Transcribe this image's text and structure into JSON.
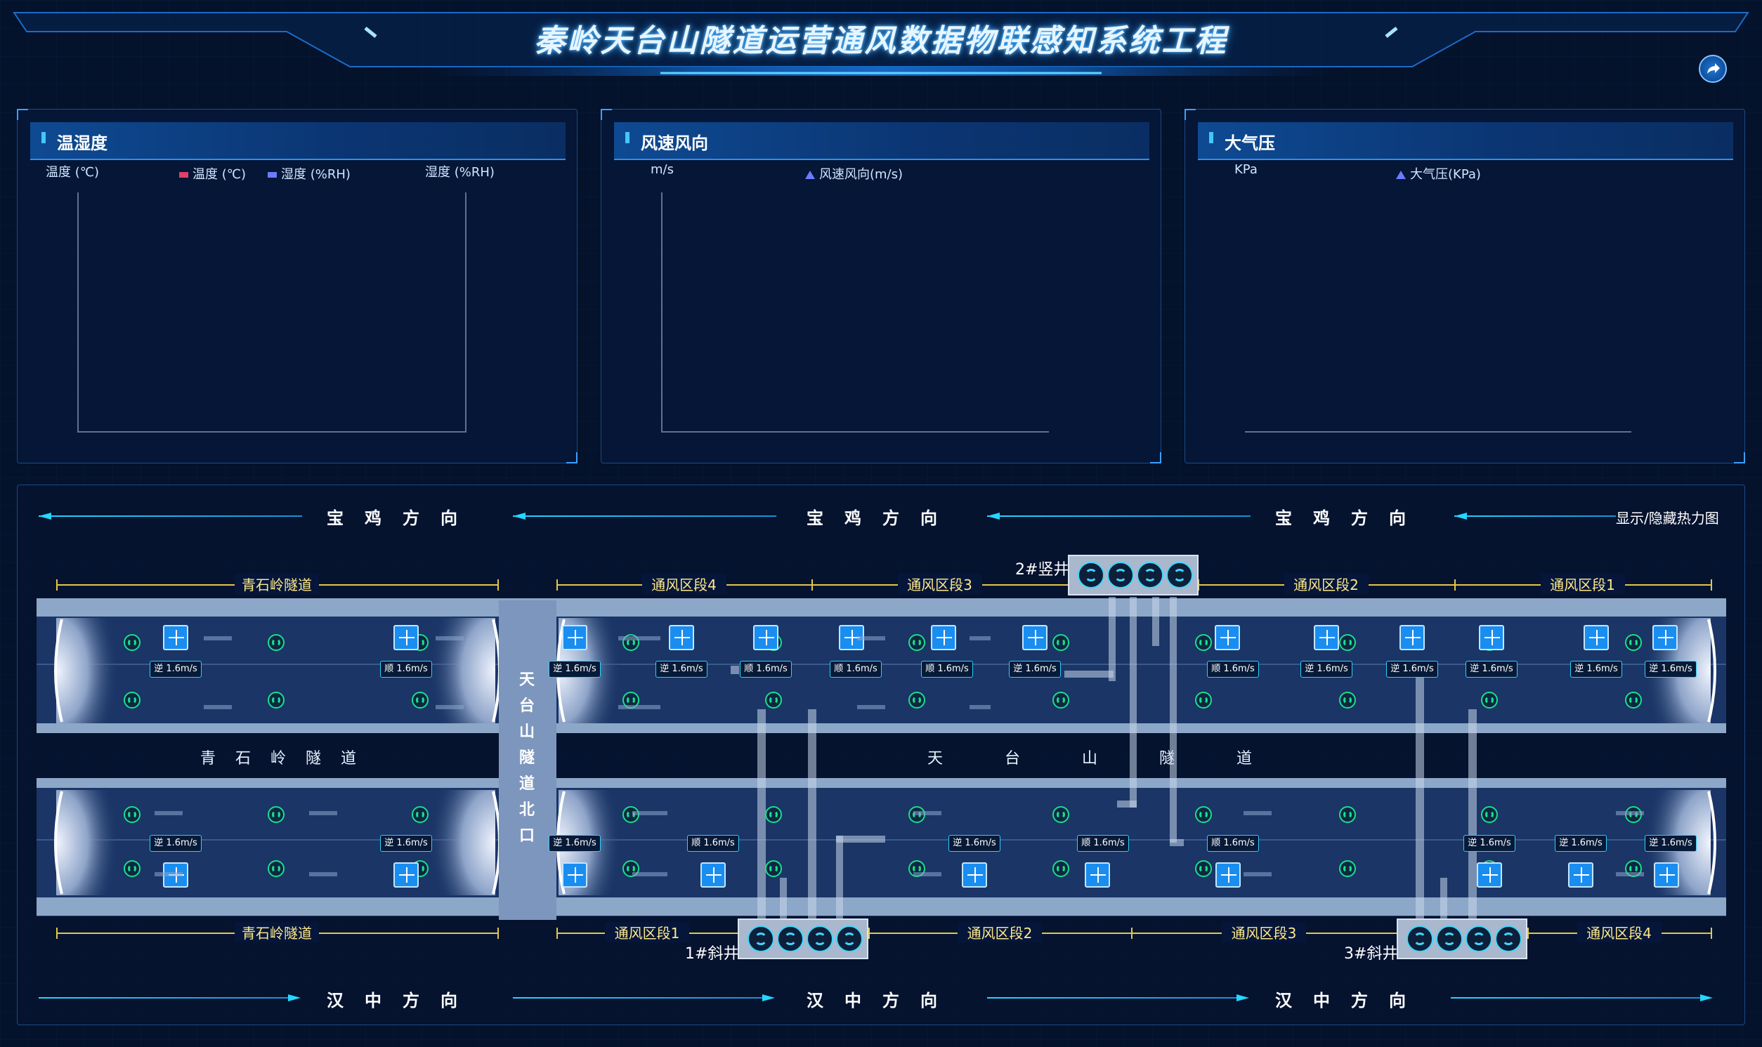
{
  "header": {
    "title": "秦岭天台山隧道运营通风数据物联感知系统工程"
  },
  "panels": [
    {
      "title": "温湿度",
      "left_axis": "温度 (℃)",
      "right_axis": "湿度 (%RH)",
      "legend": [
        {
          "label": "温度 (℃)",
          "color": "#e0406a"
        },
        {
          "label": "湿度 (%RH)",
          "color": "#6c7bff"
        }
      ]
    },
    {
      "title": "风速风向",
      "left_axis": "m/s",
      "legend": [
        {
          "label": "风速风向(m/s)",
          "color": "#6c7bff"
        }
      ]
    },
    {
      "title": "大气压",
      "left_axis": "KPa",
      "legend": [
        {
          "label": "大气压(KPa)",
          "color": "#6c7bff"
        }
      ]
    }
  ],
  "diagram": {
    "toggle_label": "显示/隐藏热力图",
    "top_direction": "宝鸡方向",
    "bottom_direction": "汉中方向",
    "top_segments": [
      "青石岭隧道",
      "通风区段4",
      "通风区段3",
      "通风区段2",
      "通风区段1"
    ],
    "bottom_segments": [
      "青石岭隧道",
      "通风区段1",
      "通风区段2",
      "通风区段3",
      "通风区段4"
    ],
    "tunnel_left": "青石岭隧道",
    "tunnel_right": "天台山隧道",
    "north_portal": "天台山隧道北口",
    "shafts": {
      "top": "2#竖井",
      "bottom_left": "1#斜井",
      "bottom_right": "3#斜井"
    },
    "top_tags": [
      "逆 1.6m/s",
      "顺 1.6m/s",
      "逆 1.6m/s",
      "逆 1.6m/s",
      "顺 1.6m/s",
      "顺 1.6m/s",
      "顺 1.6m/s",
      "逆 1.6m/s",
      "顺 1.6m/s",
      "逆 1.6m/s",
      "逆 1.6m/s",
      "逆 1.6m/s",
      "逆 1.6m/s",
      "逆 1.6m/s"
    ],
    "bottom_tags": [
      "逆 1.6m/s",
      "逆 1.6m/s",
      "逆 1.6m/s",
      "顺 1.6m/s",
      "逆 1.6m/s",
      "顺 1.6m/s",
      "顺 1.6m/s",
      "逆 1.6m/s",
      "逆 1.6m/s",
      "逆 1.6m/s"
    ]
  }
}
